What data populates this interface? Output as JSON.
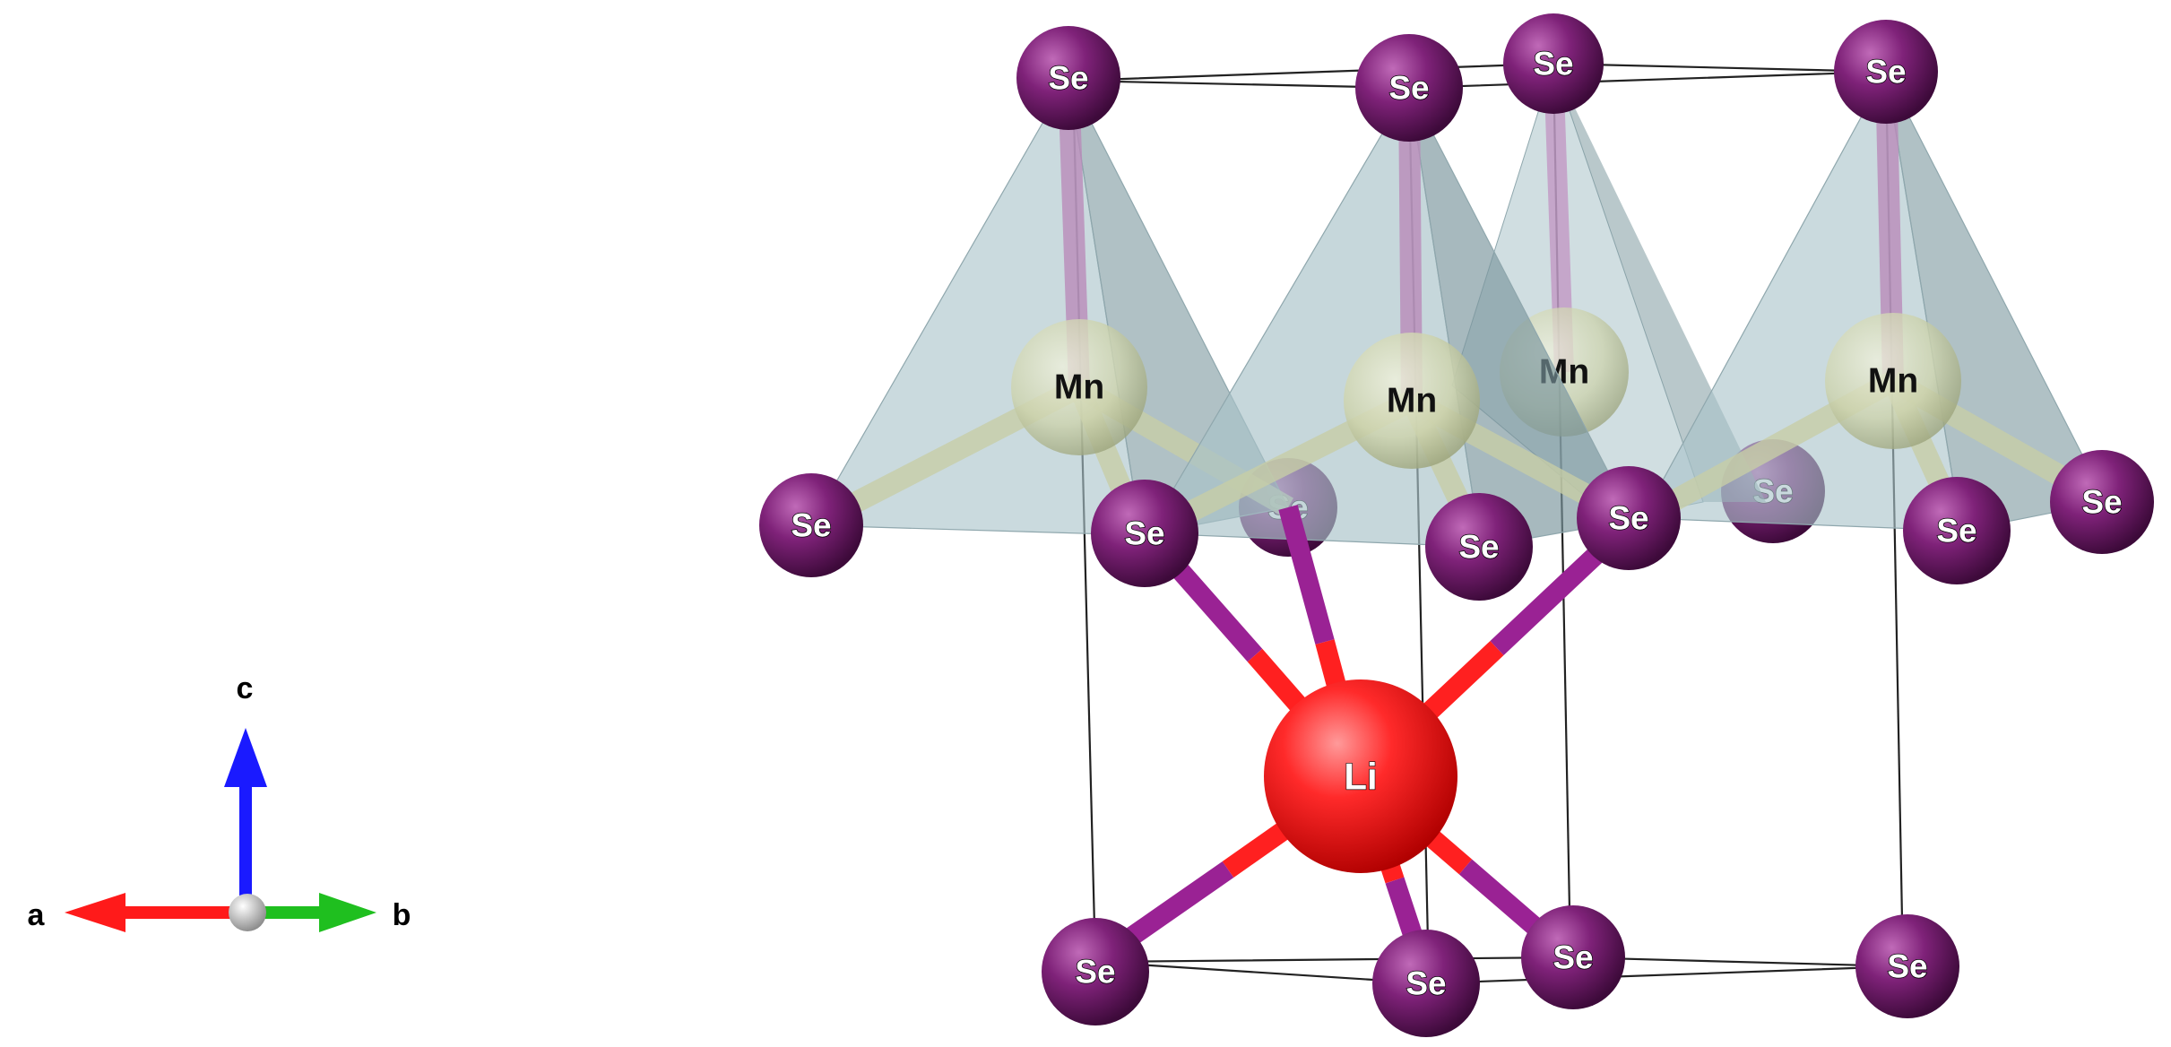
{
  "colors": {
    "selenium": "#7a1f74",
    "manganese": "#d3d8b8",
    "lithium": "#ff1e1e",
    "polyhedron": "#a9c3c9",
    "cell_edge": "#222222",
    "axis_a": "#ff1a1a",
    "axis_b": "#1fbf1f",
    "axis_c": "#1a1aff"
  },
  "atoms": {
    "se": "Se",
    "mn": "Mn",
    "li": "Li"
  },
  "axes": {
    "a": "a",
    "b": "b",
    "c": "c"
  }
}
